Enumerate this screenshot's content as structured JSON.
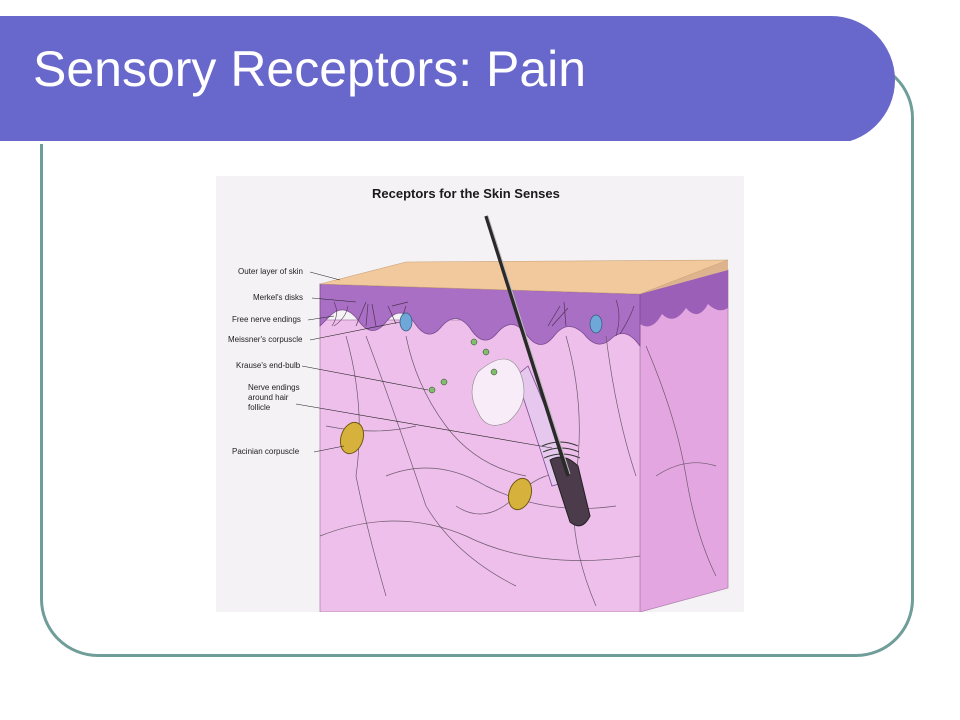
{
  "slide": {
    "title": "Sensory Receptors: Pain"
  },
  "figure": {
    "title": "Receptors for the Skin Senses",
    "labels": {
      "outer_layer": "Outer layer of skin",
      "merkel": "Merkel's disks",
      "free_nerve": "Free nerve endings",
      "meissner": "Meissner's corpuscle",
      "krause": "Krause's end-bulb",
      "hair_nerve_1": "Nerve endings",
      "hair_nerve_2": "around hair",
      "hair_nerve_3": "follicle",
      "pacinian": "Pacinian corpuscle"
    }
  },
  "colors": {
    "title_bar": "#6868cc",
    "frame_border": "#6f9e9a",
    "skin_surface": "#f2c99c",
    "epidermis": "#a86fc4",
    "dermis": "#efbfeb",
    "side_face": "#e3a6e0",
    "corpuscle": "#d6b23c"
  }
}
